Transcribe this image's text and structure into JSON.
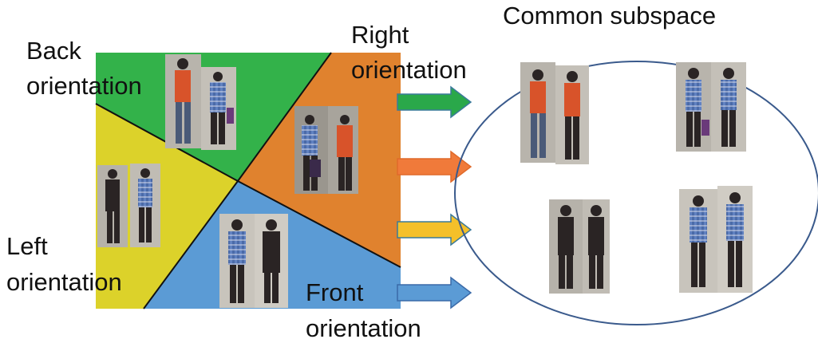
{
  "title": "Common subspace",
  "regions": [
    {
      "id": "back",
      "line1": "Back",
      "line2": "orientation",
      "color": "#33b24a"
    },
    {
      "id": "right",
      "line1": "Right",
      "line2": "orientation",
      "color": "#e0822e"
    },
    {
      "id": "left",
      "line1": "Left",
      "line2": "orientation",
      "color": "#dcd22a"
    },
    {
      "id": "front",
      "line1": "Front",
      "line2": "orientation",
      "color": "#5b9bd5"
    }
  ],
  "arrows": [
    {
      "id": "back-arrow",
      "color": "#2aa84a"
    },
    {
      "id": "right-arrow",
      "color": "#f07a3a"
    },
    {
      "id": "left-arrow",
      "color": "#f4c02a"
    },
    {
      "id": "front-arrow",
      "color": "#5b9bd5"
    }
  ],
  "colors": {
    "subspace_outline": "#3a5a8c",
    "region_border": "#111111",
    "person_jacket_orange": "#d8532a",
    "person_plaid": "#4a6aa8",
    "person_dark": "#2a2424"
  }
}
